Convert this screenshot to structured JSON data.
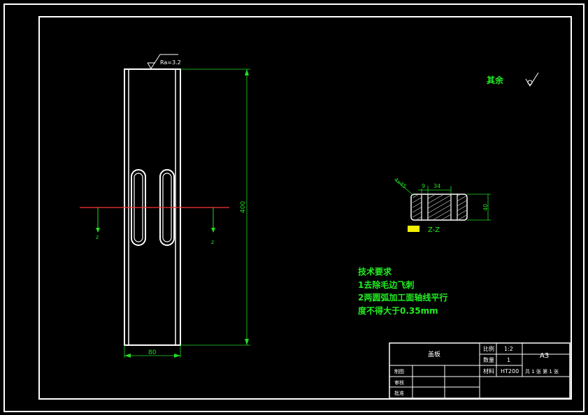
{
  "colors": {
    "background": "#000000",
    "outline": "#ffffff",
    "dimension": "#22dd22",
    "section_line": "#ff3333",
    "note": "#22ee22",
    "label_highlight": "#f0f000"
  },
  "main_view": {
    "roughness_label": "Ra=3.2",
    "height_dim": "400",
    "width_dim": "80",
    "section_mark_left": "z",
    "section_mark_right": "z"
  },
  "surface_note": {
    "label": "其余"
  },
  "section_view": {
    "chamfer_label": "4x45",
    "dim_small": "9",
    "dim_mid": "34",
    "dim_height": "40",
    "title": "Z-Z"
  },
  "tech_requirements": {
    "title": "技术要求",
    "lines": [
      "1去除毛边飞刺",
      "2两圆弧加工面轴线平行",
      "度不得大于0.35mm"
    ]
  },
  "title_block": {
    "part_name": "盖板",
    "scale_label": "比例",
    "scale_value": "1:2",
    "qty_label": "数量",
    "qty_value": "1",
    "material_label": "材料",
    "material_value": "HT200",
    "sheet_size": "A3",
    "sheet_info": "共 1 张  第 1 张",
    "drawn_label": "制图",
    "check_label": "审核",
    "approve_label": "批准"
  }
}
